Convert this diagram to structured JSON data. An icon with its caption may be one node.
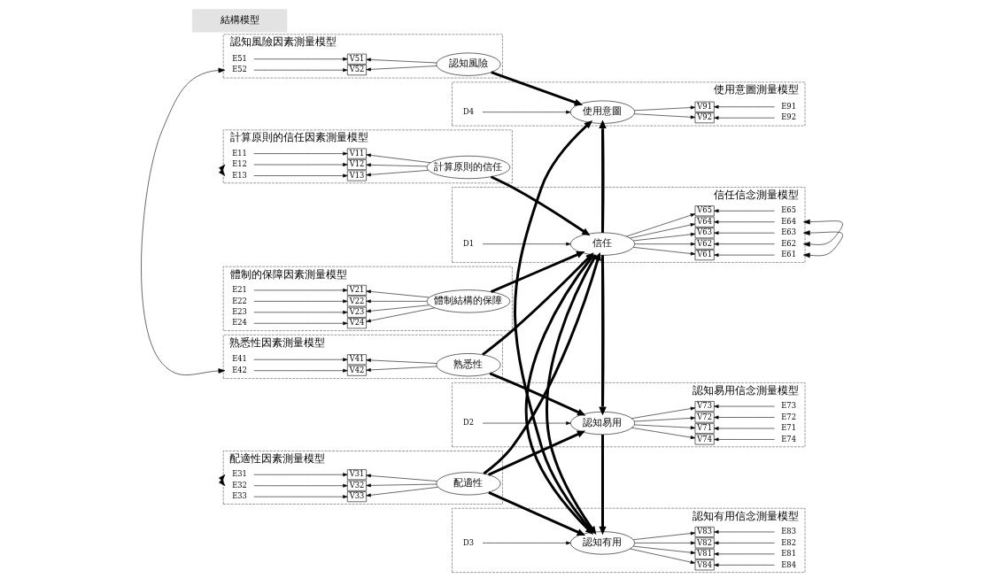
{
  "diagram": {
    "nodes": [
      {
        "text": [
          "計算原則的信任因素測量模型"
        ]
      },
      {
        "text": [
          "E11"
        ],
        "in": 0
      },
      {
        "text": [
          "V11"
        ],
        "in": 0
      },
      {
        "text": [
          "E12"
        ],
        "in": 0
      },
      {
        "text": [
          "V12"
        ],
        "in": 0
      },
      {
        "text": [
          "E13"
        ],
        "in": 0
      },
      {
        "text": [
          "V13"
        ],
        "in": 0
      },
      {
        "text": [
          "計算原則的信任"
        ],
        "in": 0
      },
      {
        "text": [
          "體制的保障因素測量模型"
        ]
      },
      {
        "text": [
          "E21"
        ],
        "in": 8
      },
      {
        "text": [
          "V21"
        ],
        "in": 8
      },
      {
        "text": [
          "E22"
        ],
        "in": 8
      },
      {
        "text": [
          "V22"
        ],
        "in": 8
      },
      {
        "text": [
          "E23"
        ],
        "in": 8
      },
      {
        "text": [
          "V23"
        ],
        "in": 8
      },
      {
        "text": [
          "E24"
        ],
        "in": 8
      },
      {
        "text": [
          "V24"
        ],
        "in": 8
      },
      {
        "text": [
          "體制結構的保障"
        ],
        "in": 8
      },
      {
        "text": [
          "配適性因素測量模型"
        ]
      },
      {
        "text": [
          "E31"
        ],
        "in": 18
      },
      {
        "text": [
          "V31"
        ],
        "in": 18
      },
      {
        "text": [
          "E32"
        ],
        "in": 18
      },
      {
        "text": [
          "V32"
        ],
        "in": 18
      },
      {
        "text": [
          "E33"
        ],
        "in": 18
      },
      {
        "text": [
          "V33"
        ],
        "in": 18
      },
      {
        "text": [
          "配適性"
        ],
        "in": 18
      },
      {
        "text": [
          "熟悉性因素測量模型"
        ]
      },
      {
        "text": [
          "E41"
        ],
        "in": 26
      },
      {
        "text": [
          "V41"
        ],
        "in": 26
      },
      {
        "text": [
          "E42"
        ],
        "in": 26
      },
      {
        "text": [
          "V42"
        ],
        "in": 26
      },
      {
        "text": [
          "熟悉性"
        ],
        "in": 26
      },
      {
        "text": [
          "認知風險因素測量模型"
        ]
      },
      {
        "text": [
          "E51"
        ],
        "in": 32
      },
      {
        "text": [
          "V51"
        ],
        "in": 32
      },
      {
        "text": [
          "E52"
        ],
        "in": 32
      },
      {
        "text": [
          "V52"
        ],
        "in": 32
      },
      {
        "text": [
          "認知風險"
        ],
        "in": 32
      },
      {
        "text": [
          "信任信念測量模型"
        ]
      },
      {
        "text": [
          "D1"
        ],
        "in": 38
      },
      {
        "text": [
          "信任"
        ],
        "in": 38
      },
      {
        "text": [
          "V61"
        ],
        "in": 38
      },
      {
        "text": [
          "E61"
        ],
        "in": 38
      },
      {
        "text": [
          "V62"
        ],
        "in": 38
      },
      {
        "text": [
          "E62"
        ],
        "in": 38
      },
      {
        "text": [
          "V63"
        ],
        "in": 38
      },
      {
        "text": [
          "E63"
        ],
        "in": 38
      },
      {
        "text": [
          "V64"
        ],
        "in": 38
      },
      {
        "text": [
          "E64"
        ],
        "in": 38
      },
      {
        "text": [
          "V65"
        ],
        "in": 38
      },
      {
        "text": [
          "E65"
        ],
        "in": 38
      },
      {
        "text": [
          "認知易用信念測量模型"
        ]
      },
      {
        "text": [
          "D2"
        ],
        "in": 51
      },
      {
        "text": [
          "認知易用"
        ],
        "in": 51
      },
      {
        "text": [
          "V71"
        ],
        "in": 51
      },
      {
        "text": [
          "E71"
        ],
        "in": 51
      },
      {
        "text": [
          "V72"
        ],
        "in": 51
      },
      {
        "text": [
          "E72"
        ],
        "in": 51
      },
      {
        "text": [
          "V73"
        ],
        "in": 51
      },
      {
        "text": [
          "E73"
        ],
        "in": 51
      },
      {
        "text": [
          "V74"
        ],
        "in": 51
      },
      {
        "text": [
          "E74"
        ],
        "in": 51
      },
      {
        "text": [
          "認知有用信念測量模型"
        ]
      },
      {
        "text": [
          "認知有用"
        ],
        "in": 62
      },
      {
        "text": [
          "D3"
        ],
        "in": 62
      },
      {
        "text": [
          "V81"
        ],
        "in": 62
      },
      {
        "text": [
          "E81"
        ],
        "in": 62
      },
      {
        "text": [
          "V82"
        ],
        "in": 62
      },
      {
        "text": [
          "E82"
        ],
        "in": 62
      },
      {
        "text": [
          "V83"
        ],
        "in": 62
      },
      {
        "text": [
          "E83"
        ],
        "in": 62
      },
      {
        "text": [
          "V84"
        ],
        "in": 62
      },
      {
        "text": [
          "E84"
        ],
        "in": 62
      },
      {
        "text": [
          "使用意圖測量模型"
        ]
      },
      {
        "text": [
          "使用意圖"
        ],
        "in": 73
      },
      {
        "text": [
          "D4"
        ],
        "in": 73
      },
      {
        "text": [
          "V91"
        ],
        "in": 73
      },
      {
        "text": [
          "E91"
        ],
        "in": 73
      },
      {
        "text": [
          "V92"
        ],
        "in": 73
      },
      {
        "text": [
          "E92"
        ],
        "in": 73
      },
      {
        "text": [
          "結構模型"
        ]
      }
    ],
    "edges": [
      {
        "from": 1,
        "to": 2,
        "arrow": "to"
      },
      {
        "from": 3,
        "to": 4,
        "arrow": "to"
      },
      {
        "from": 5,
        "to": 6,
        "arrow": "to"
      },
      {
        "from": 7,
        "to": 2,
        "arrow": "to"
      },
      {
        "from": 7,
        "to": 4,
        "arrow": "to"
      },
      {
        "from": 7,
        "to": 6,
        "arrow": "to"
      },
      {
        "from": 3,
        "to": 5,
        "arrow": "both"
      },
      {
        "from": 9,
        "to": 10,
        "arrow": "to"
      },
      {
        "from": 11,
        "to": 12,
        "arrow": "to"
      },
      {
        "from": 13,
        "to": 14,
        "arrow": "to"
      },
      {
        "from": 15,
        "to": 16,
        "arrow": "to"
      },
      {
        "from": 17,
        "to": 10,
        "arrow": "to"
      },
      {
        "from": 17,
        "to": 12,
        "arrow": "to"
      },
      {
        "from": 17,
        "to": 14,
        "arrow": "to"
      },
      {
        "from": 17,
        "to": 16,
        "arrow": "to"
      },
      {
        "from": 19,
        "to": 20,
        "arrow": "to"
      },
      {
        "from": 21,
        "to": 22,
        "arrow": "to"
      },
      {
        "from": 23,
        "to": 24,
        "arrow": "to"
      },
      {
        "from": 25,
        "to": 20,
        "arrow": "to"
      },
      {
        "from": 25,
        "to": 22,
        "arrow": "to"
      },
      {
        "from": 25,
        "to": 24,
        "arrow": "to"
      },
      {
        "from": 19,
        "to": 21,
        "arrow": "both"
      },
      {
        "from": 27,
        "to": 28,
        "arrow": "to"
      },
      {
        "from": 29,
        "to": 30,
        "arrow": "to"
      },
      {
        "from": 31,
        "to": 28,
        "arrow": "to"
      },
      {
        "from": 31,
        "to": 30,
        "arrow": "to"
      },
      {
        "from": 33,
        "to": 34,
        "arrow": "to"
      },
      {
        "from": 35,
        "to": 36,
        "arrow": "to"
      },
      {
        "from": 37,
        "to": 34,
        "arrow": "to"
      },
      {
        "from": 37,
        "to": 36,
        "arrow": "to"
      },
      {
        "from": 29,
        "to": 35,
        "arrow": "both"
      },
      {
        "from": 7,
        "to": 40,
        "arrow": "to",
        "style": "thick"
      },
      {
        "from": 17,
        "to": 40,
        "arrow": "to",
        "style": "thick"
      },
      {
        "from": 25,
        "to": 40,
        "arrow": "to",
        "style": "thick"
      },
      {
        "from": 31,
        "to": 40,
        "arrow": "to",
        "style": "thick"
      },
      {
        "from": 25,
        "to": 53,
        "arrow": "to",
        "style": "thick"
      },
      {
        "from": 31,
        "to": 53,
        "arrow": "to",
        "style": "thick"
      },
      {
        "from": 25,
        "to": 63,
        "arrow": "to",
        "style": "thick"
      },
      {
        "from": 37,
        "to": 74,
        "arrow": "to",
        "style": "thick"
      },
      {
        "from": 40,
        "to": 53,
        "arrow": "to",
        "style": "thick"
      },
      {
        "from": 40,
        "to": 63,
        "arrow": "to",
        "style": "thick"
      },
      {
        "from": 40,
        "to": 74,
        "arrow": "to",
        "style": "thick"
      },
      {
        "from": 53,
        "to": 63,
        "arrow": "to",
        "style": "thick"
      },
      {
        "from": 63,
        "to": 74,
        "arrow": "to",
        "style": "thick"
      },
      {
        "from": 39,
        "to": 40,
        "arrow": "to"
      },
      {
        "from": 40,
        "to": 41,
        "arrow": "to"
      },
      {
        "from": 40,
        "to": 43,
        "arrow": "to"
      },
      {
        "from": 40,
        "to": 45,
        "arrow": "to"
      },
      {
        "from": 40,
        "to": 47,
        "arrow": "to"
      },
      {
        "from": 40,
        "to": 49,
        "arrow": "to"
      },
      {
        "from": 42,
        "to": 41,
        "arrow": "to"
      },
      {
        "from": 44,
        "to": 43,
        "arrow": "to"
      },
      {
        "from": 46,
        "to": 45,
        "arrow": "to"
      },
      {
        "from": 48,
        "to": 47,
        "arrow": "to"
      },
      {
        "from": 50,
        "to": 49,
        "arrow": "to"
      },
      {
        "from": 42,
        "to": 46,
        "arrow": "both"
      },
      {
        "from": 44,
        "to": 48,
        "arrow": "both"
      },
      {
        "from": 52,
        "to": 53,
        "arrow": "to"
      },
      {
        "from": 53,
        "to": 54,
        "arrow": "to"
      },
      {
        "from": 53,
        "to": 56,
        "arrow": "to"
      },
      {
        "from": 53,
        "to": 58,
        "arrow": "to"
      },
      {
        "from": 53,
        "to": 60,
        "arrow": "to"
      },
      {
        "from": 55,
        "to": 54,
        "arrow": "to"
      },
      {
        "from": 57,
        "to": 56,
        "arrow": "to"
      },
      {
        "from": 59,
        "to": 58,
        "arrow": "to"
      },
      {
        "from": 61,
        "to": 60,
        "arrow": "to"
      },
      {
        "from": 64,
        "to": 63,
        "arrow": "to"
      },
      {
        "from": 63,
        "to": 65,
        "arrow": "to"
      },
      {
        "from": 63,
        "to": 67,
        "arrow": "to"
      },
      {
        "from": 63,
        "to": 69,
        "arrow": "to"
      },
      {
        "from": 63,
        "to": 71,
        "arrow": "to"
      },
      {
        "from": 66,
        "to": 65,
        "arrow": "to"
      },
      {
        "from": 68,
        "to": 67,
        "arrow": "to"
      },
      {
        "from": 70,
        "to": 69,
        "arrow": "to"
      },
      {
        "from": 72,
        "to": 71,
        "arrow": "to"
      },
      {
        "from": 75,
        "to": 74,
        "arrow": "to"
      },
      {
        "from": 74,
        "to": 76,
        "arrow": "to"
      },
      {
        "from": 74,
        "to": 78,
        "arrow": "to"
      },
      {
        "from": 77,
        "to": 76,
        "arrow": "to"
      },
      {
        "from": 79,
        "to": 78,
        "arrow": "to"
      }
    ]
  }
}
